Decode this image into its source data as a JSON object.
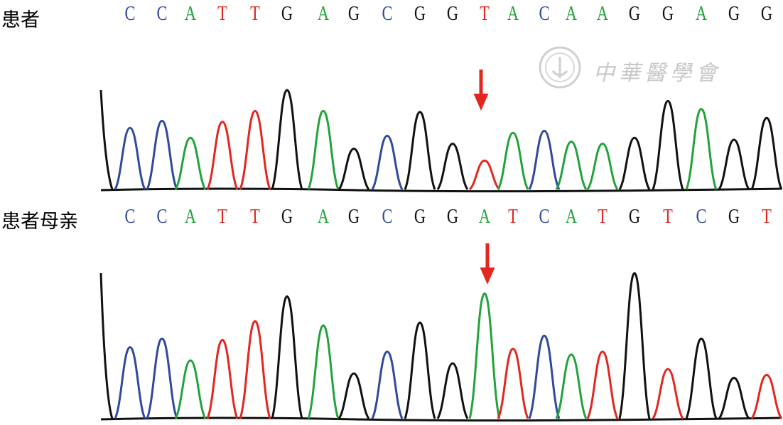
{
  "colors": {
    "A": "#22a33a",
    "C": "#2e4a9c",
    "G": "#111111",
    "T": "#e3261f",
    "arrow": "#e3261f"
  },
  "watermark": "中華醫學會",
  "tracks": [
    {
      "label": "患者",
      "sequence": [
        "C",
        "C",
        "A",
        "T",
        "T",
        "G",
        "A",
        "G",
        "C",
        "G",
        "G",
        "T",
        "A",
        "C",
        "A",
        "A",
        "G",
        "G",
        "A",
        "G",
        "G"
      ],
      "peaks": [
        [
          "C",
          0.62
        ],
        [
          "C",
          0.69
        ],
        [
          "A",
          0.52
        ],
        [
          "T",
          0.68
        ],
        [
          "T",
          0.79
        ],
        [
          "G",
          1.0
        ],
        [
          "A",
          0.79
        ],
        [
          "G",
          0.41
        ],
        [
          "C",
          0.54
        ],
        [
          "G",
          0.78
        ],
        [
          "G",
          0.46
        ],
        [
          "T",
          0.29
        ],
        [
          "A",
          0.57
        ],
        [
          "C",
          0.59
        ],
        [
          "A",
          0.48
        ],
        [
          "A",
          0.46
        ],
        [
          "G",
          0.52
        ],
        [
          "G",
          0.89
        ],
        [
          "A",
          0.81
        ],
        [
          "G",
          0.5
        ],
        [
          "G",
          0.72
        ]
      ],
      "arrow_index": 11
    },
    {
      "label": "患者母亲",
      "sequence": [
        "C",
        "C",
        "A",
        "T",
        "T",
        "G",
        "A",
        "G",
        "C",
        "G",
        "G",
        "A",
        "T",
        "C",
        "A",
        "T",
        "G",
        "T",
        "C",
        "G",
        "T"
      ],
      "peaks": [
        [
          "C",
          0.49
        ],
        [
          "C",
          0.55
        ],
        [
          "A",
          0.4
        ],
        [
          "T",
          0.54
        ],
        [
          "T",
          0.67
        ],
        [
          "G",
          0.84
        ],
        [
          "A",
          0.64
        ],
        [
          "G",
          0.31
        ],
        [
          "C",
          0.46
        ],
        [
          "G",
          0.66
        ],
        [
          "G",
          0.38
        ],
        [
          "A",
          0.86
        ],
        [
          "T",
          0.48
        ],
        [
          "C",
          0.57
        ],
        [
          "A",
          0.44
        ],
        [
          "T",
          0.46
        ],
        [
          "G",
          1.0
        ],
        [
          "T",
          0.34
        ],
        [
          "G",
          0.55
        ],
        [
          "G",
          0.28
        ],
        [
          "T",
          0.3
        ]
      ],
      "arrow_index": 11
    }
  ]
}
